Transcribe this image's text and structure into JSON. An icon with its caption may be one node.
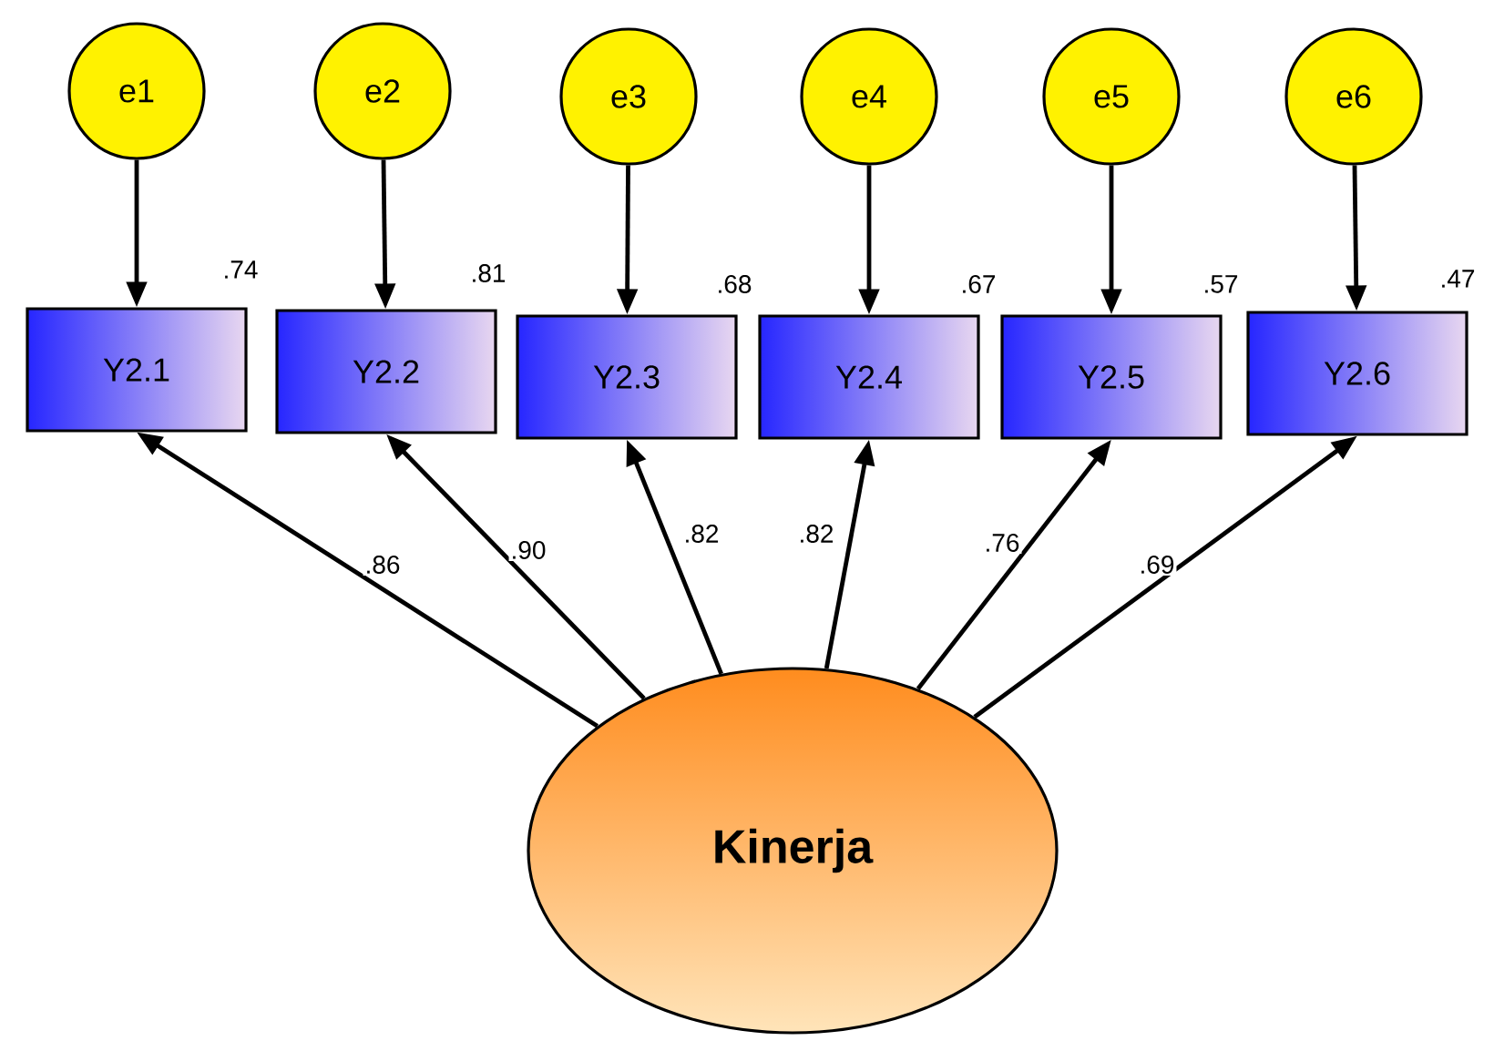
{
  "diagram": {
    "nodes": [
      {
        "text": [
          "e1"
        ]
      },
      {
        "text": [
          "e2"
        ]
      },
      {
        "text": [
          "e3"
        ]
      },
      {
        "text": [
          "e4"
        ]
      },
      {
        "text": [
          "e5"
        ]
      },
      {
        "text": [
          "e6"
        ]
      },
      {
        "text": [
          "Y2.1"
        ],
        "beside": [
          ".74"
        ]
      },
      {
        "text": [
          "Y2.2"
        ],
        "beside": [
          ".81"
        ]
      },
      {
        "text": [
          "Y2.3"
        ],
        "beside": [
          ".68"
        ]
      },
      {
        "text": [
          "Y2.4"
        ],
        "beside": [
          ".67"
        ]
      },
      {
        "text": [
          "Y2.5"
        ],
        "beside": [
          ".57"
        ]
      },
      {
        "text": [
          "Y2.6"
        ],
        "beside": [
          ".47"
        ]
      },
      {
        "text": [
          "Kinerja"
        ]
      }
    ],
    "edges": [
      {
        "from": 0,
        "to": 6,
        "arrow": "to"
      },
      {
        "from": 1,
        "to": 7,
        "arrow": "to"
      },
      {
        "from": 2,
        "to": 8,
        "arrow": "to"
      },
      {
        "from": 3,
        "to": 9,
        "arrow": "to"
      },
      {
        "from": 4,
        "to": 10,
        "arrow": "to"
      },
      {
        "from": 5,
        "to": 11,
        "arrow": "to"
      },
      {
        "from": 12,
        "to": 6,
        "arrow": "to",
        "label": ".86"
      },
      {
        "from": 12,
        "to": 7,
        "arrow": "to",
        "label": ".90"
      },
      {
        "from": 12,
        "to": 8,
        "arrow": "to",
        "label": ".82"
      },
      {
        "from": 12,
        "to": 9,
        "arrow": "to",
        "label": ".82"
      },
      {
        "from": 12,
        "to": 10,
        "arrow": "to",
        "label": ".76"
      },
      {
        "from": 12,
        "to": 11,
        "arrow": "to",
        "label": ".69"
      }
    ]
  }
}
